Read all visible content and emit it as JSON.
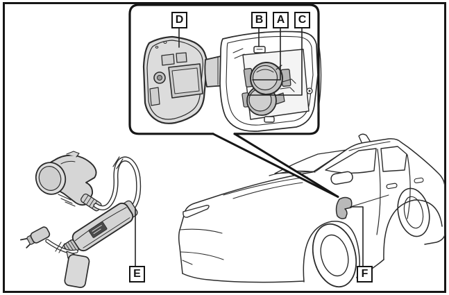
{
  "diagram": {
    "callouts": {
      "a": "A",
      "b": "B",
      "c": "C",
      "d": "D",
      "e": "E",
      "f": "F"
    },
    "colors": {
      "line": "#2b2b2b",
      "fill_light": "#dcdcdc",
      "fill_mid": "#c2c2c2",
      "charge_door_shade": "#b9b9b9",
      "label_plate": "#4a4a4a",
      "background": "#ffffff"
    }
  }
}
